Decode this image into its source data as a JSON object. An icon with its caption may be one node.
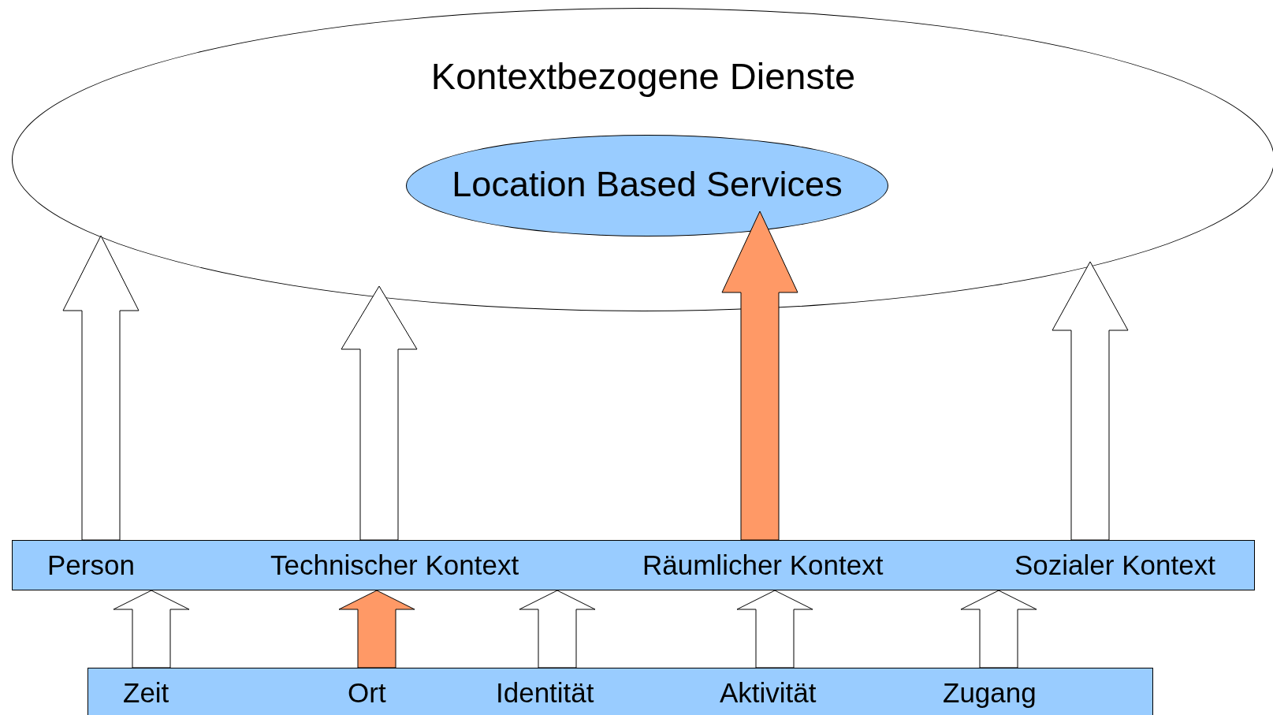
{
  "diagram": {
    "nodes": [
      {
        "text": [
          "Kontextbezogene Dienste"
        ]
      },
      {
        "text": [
          "Location Based Services"
        ],
        "in": 0
      },
      {
        "text": [],
        "shape": "bar"
      },
      {
        "text": [
          "Person"
        ],
        "in": 2
      },
      {
        "text": [
          "Technischer Kontext"
        ],
        "in": 2
      },
      {
        "text": [
          "Räumlicher Kontext"
        ],
        "in": 2
      },
      {
        "text": [
          "Sozialer Kontext"
        ],
        "in": 2
      },
      {
        "text": [],
        "shape": "bar"
      },
      {
        "text": [
          "Zeit"
        ],
        "in": 7
      },
      {
        "text": [
          "Ort"
        ],
        "in": 7
      },
      {
        "text": [
          "Identität"
        ],
        "in": 7
      },
      {
        "text": [
          "Aktivität"
        ],
        "in": 7
      },
      {
        "text": [
          "Zugang"
        ],
        "in": 7
      }
    ],
    "edges": [
      {
        "from": 3,
        "to": 0,
        "arrow": "to",
        "style": "thick"
      },
      {
        "from": 4,
        "to": 0,
        "arrow": "to",
        "style": "thick"
      },
      {
        "from": 5,
        "to": 1,
        "arrow": "to",
        "style": "thick",
        "color": "#ff9966"
      },
      {
        "from": 6,
        "to": 0,
        "arrow": "to",
        "style": "thick"
      },
      {
        "from": 8,
        "to": 2,
        "arrow": "to",
        "style": "thick"
      },
      {
        "from": 9,
        "to": 2,
        "arrow": "to",
        "style": "thick",
        "color": "#ff9966"
      },
      {
        "from": 10,
        "to": 2,
        "arrow": "to",
        "style": "thick"
      },
      {
        "from": 11,
        "to": 2,
        "arrow": "to",
        "style": "thick"
      },
      {
        "from": 12,
        "to": 2,
        "arrow": "to",
        "style": "thick"
      }
    ]
  }
}
